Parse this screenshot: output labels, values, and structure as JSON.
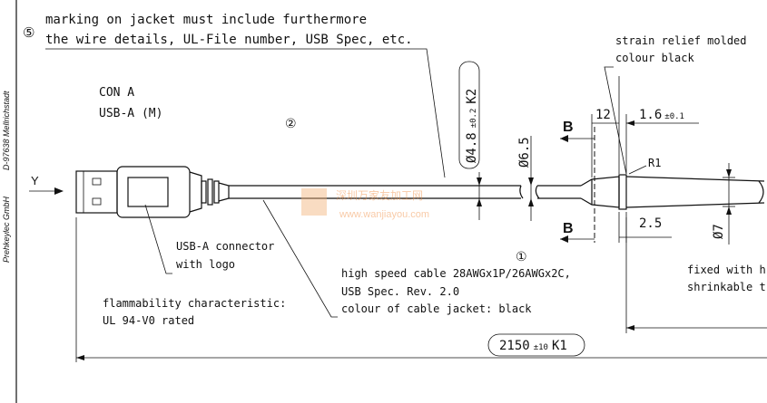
{
  "sidebar": {
    "company": "Prehkeylec GmbH",
    "location": "D-97638 Mellrichstadt"
  },
  "notes": {
    "marker5": "⑤",
    "note5_line1": "marking on jacket must include furthermore",
    "note5_line2": "the wire details, UL-File number, USB Spec, etc.",
    "con_line1": "CON A",
    "con_line2": "USB-A (M)",
    "marker2": "②",
    "y_label": "Y",
    "connector_line1": "USB-A connector",
    "connector_line2": "with logo",
    "flamm_line1": "flammability characteristic:",
    "flamm_line2": "UL 94-V0 rated",
    "marker1": "①",
    "cable_line1": "high speed cable 28AWGx1P/26AWGx2C,",
    "cable_line2": "USB Spec. Rev. 2.0",
    "cable_line3": "colour of cable jacket: black",
    "strain_line1": "strain relief molded",
    "strain_line2": "colour black",
    "fixed_line1": "fixed with h",
    "fixed_line2": "shrinkable t"
  },
  "dimensions": {
    "dia48_main": "Ø4.8",
    "dia48_tol": "±0.2",
    "dia48_k": "K2",
    "dia65": "Ø6.5",
    "dim12": "12",
    "dim16": "1.6",
    "dim16_tol": "±0.1",
    "r1": "R1",
    "dim25": "2.5",
    "dia7": "Ø7",
    "section_b": "B",
    "length_main": "2150",
    "length_tol": "±10",
    "length_k": "K1"
  },
  "watermark": {
    "cn": "深圳万家友加工网",
    "url": "www.wanjiayou.com"
  }
}
